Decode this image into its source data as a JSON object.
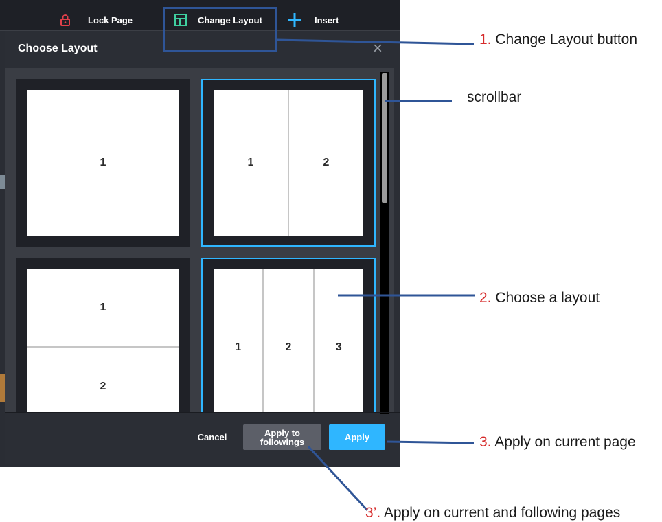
{
  "toolbar": {
    "lock_label": "Lock Page",
    "change_layout_label": "Change Layout",
    "insert_label": "Insert"
  },
  "dialog": {
    "title": "Choose Layout",
    "close_symbol": "×",
    "layouts": [
      {
        "name": "single",
        "cells": [
          "1"
        ],
        "selected": false
      },
      {
        "name": "two-column",
        "cells": [
          "1",
          "2"
        ],
        "selected": true
      },
      {
        "name": "two-row",
        "cells": [
          "1",
          "2"
        ],
        "selected": false
      },
      {
        "name": "three-column",
        "cells": [
          "1",
          "2",
          "3"
        ],
        "selected": true
      }
    ],
    "buttons": {
      "cancel": "Cancel",
      "apply_followings_line1": "Apply to",
      "apply_followings_line2": "followings",
      "apply": "Apply"
    }
  },
  "annotations": {
    "change_layout": {
      "num": "1.",
      "text": " Change Layout button"
    },
    "scrollbar": {
      "text": "scrollbar"
    },
    "choose_layout": {
      "num": "2.",
      "text": " Choose a layout"
    },
    "apply_current": {
      "num": "3.",
      "text": " Apply on current page"
    },
    "apply_following": {
      "num": "3’.",
      "text": " Apply on current and following pages"
    }
  },
  "colors": {
    "accent": "#2fb6ff",
    "annotation_line": "#2f5597",
    "annotation_number": "#d62b2b",
    "lock_icon": "#e0404a",
    "layout_icon": "#3fd0a0",
    "insert_icon": "#2fb6ff"
  }
}
